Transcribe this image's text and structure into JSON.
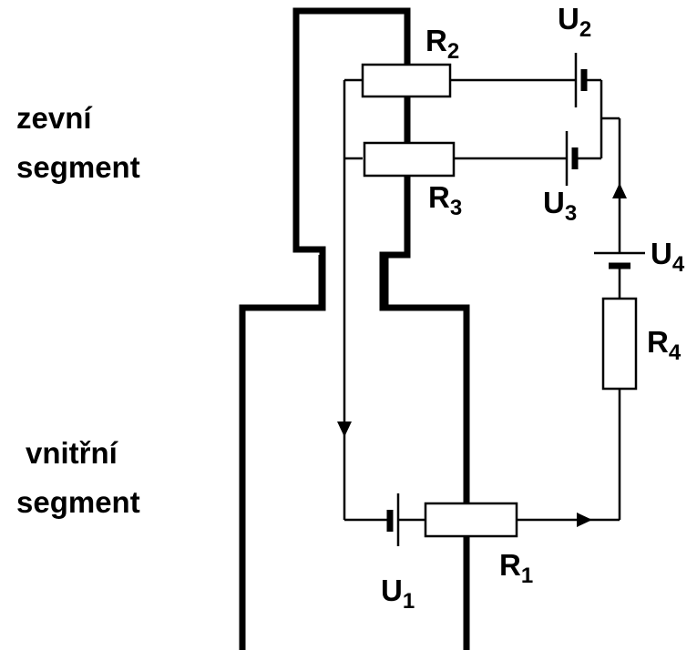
{
  "segments": {
    "outer": [
      "zevní",
      "segment"
    ],
    "inner": [
      "vnitřní",
      "segment"
    ]
  },
  "components": {
    "R1": {
      "main": "R",
      "sub": "1"
    },
    "R2": {
      "main": "R",
      "sub": "2"
    },
    "R3": {
      "main": "R",
      "sub": "3"
    },
    "R4": {
      "main": "R",
      "sub": "4"
    },
    "U1": {
      "main": "U",
      "sub": "1"
    },
    "U2": {
      "main": "U",
      "sub": "2"
    },
    "U3": {
      "main": "U",
      "sub": "3"
    },
    "U4": {
      "main": "U",
      "sub": "4"
    }
  },
  "colors": {
    "ink": "#000000",
    "background": "#ffffff"
  }
}
